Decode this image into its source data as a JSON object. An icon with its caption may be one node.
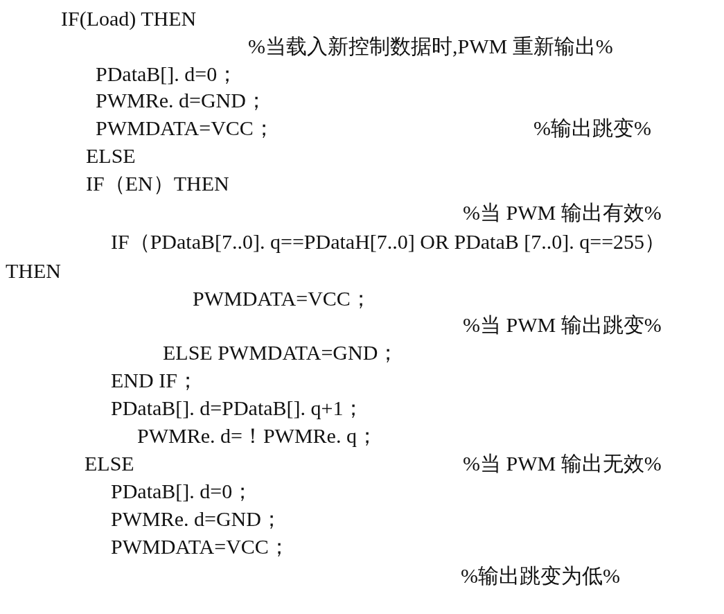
{
  "diagram": {
    "labels": [
      "IF(Load) THEN",
      "%当载入新控制数据时,PWM 重新输出%",
      "PDataB[]. d=0；",
      "PWMRe. d=GND；",
      "PWMDATA=VCC；",
      "%输出跳变%",
      "ELSE",
      "IF（EN）THEN",
      "%当 PWM 输出有效%",
      "IF（PDataB[7..0]. q==PDataH[7..0] OR PDataB [7..0]. q==255）THEN",
      "PWMDATA=VCC；",
      "%当 PWM 输出跳变%",
      "ELSE PWMDATA=GND；",
      "END IF；",
      "PDataB[]. d=PDataB[]. q+1；",
      "PWMRe. d=！PWMRe. q；",
      "ELSE",
      "%当 PWM 输出无效%",
      "PDataB[]. d=0；",
      "PWMRe. d=GND；",
      "PWMDATA=VCC；",
      "%输出跳变为低%"
    ]
  }
}
